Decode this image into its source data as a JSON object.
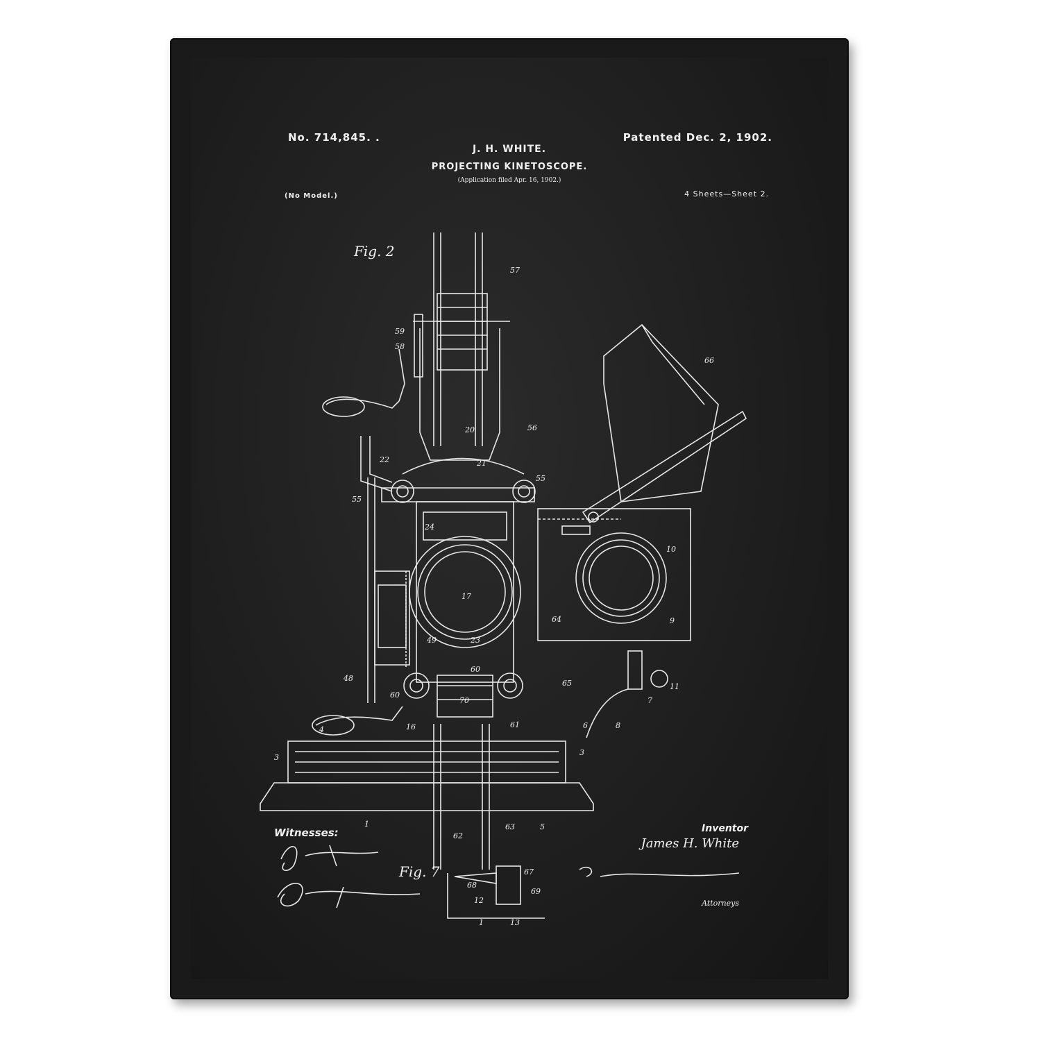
{
  "patent": {
    "number": "No. 714,845.  .",
    "date": "Patented Dec. 2, 1902.",
    "inventor_header": "J. H. WHITE.",
    "title": "PROJECTING KINETOSCOPE.",
    "application": "(Application filed Apr. 16, 1902.)",
    "model_note": "(No Model.)",
    "sheets": "4 Sheets—Sheet 2."
  },
  "figures": {
    "fig2_label": "Fig. 2",
    "fig7_label": "Fig. 7"
  },
  "reference_numbers": [
    "57",
    "59",
    "58",
    "20",
    "56",
    "22",
    "21",
    "55",
    "55",
    "24",
    "17",
    "10",
    "66",
    "9",
    "64",
    "48",
    "49",
    "23",
    "60",
    "60",
    "65",
    "70",
    "11",
    "16",
    "61",
    "7",
    "8",
    "6",
    "4",
    "3",
    "3",
    "1",
    "62",
    "63",
    "5",
    "67",
    "68",
    "12",
    "69",
    "13",
    "1"
  ],
  "footer": {
    "witnesses_label": "Witnesses:",
    "inventor_label": "Inventor",
    "inventor_name": "James H. White",
    "attorneys_label": "Attorneys",
    "witness_signature_1": "Jas. F. Coleman",
    "witness_signature_2": "Jno. Robt. Taylor",
    "attorney_signature": "by Dyer Edmonds & Dyer"
  },
  "colors": {
    "background": "#1f1f1f",
    "ink": "#f0f0f0",
    "frame": "#1a1a1a"
  }
}
